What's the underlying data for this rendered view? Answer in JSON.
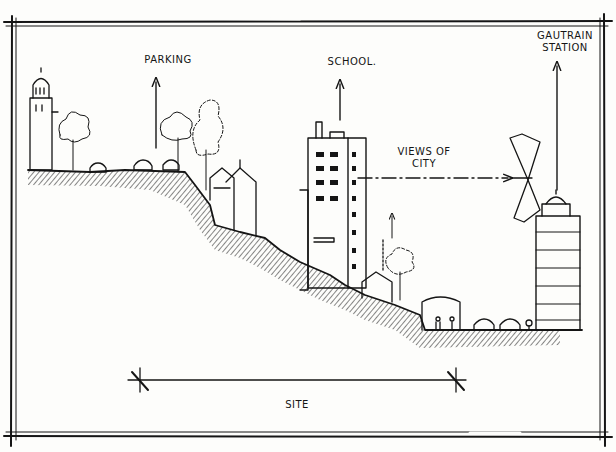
{
  "diagram": {
    "labels": [
      "PARKING",
      "SCHOOL.",
      "GAUTRAIN STATION",
      "VIEWS OF CITY",
      "SITE"
    ]
  }
}
